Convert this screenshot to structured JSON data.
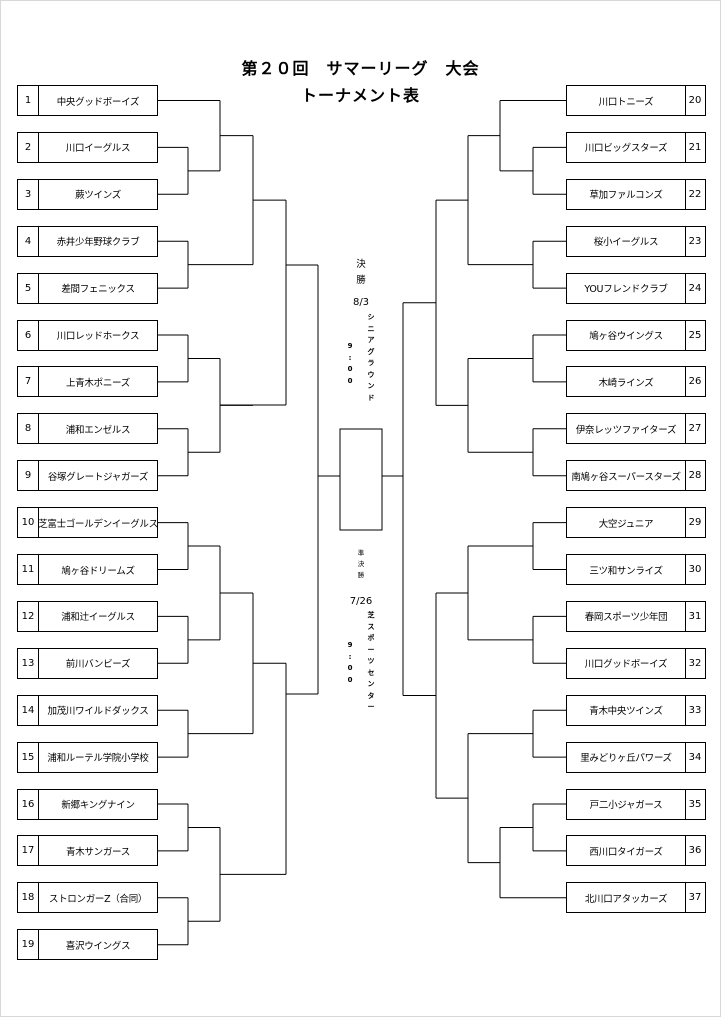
{
  "title": {
    "line1": "第２０回　サマーリーグ　大会",
    "line2": "トーナメント表"
  },
  "left_teams": [
    {
      "no": "1",
      "name": "中央グッドボーイズ"
    },
    {
      "no": "2",
      "name": "川口イーグルス"
    },
    {
      "no": "3",
      "name": "蕨ツインズ"
    },
    {
      "no": "4",
      "name": "赤井少年野球クラブ"
    },
    {
      "no": "5",
      "name": "差間フェニックス"
    },
    {
      "no": "6",
      "name": "川口レッドホークス"
    },
    {
      "no": "7",
      "name": "上青木ポニーズ"
    },
    {
      "no": "8",
      "name": "浦和エンゼルス"
    },
    {
      "no": "9",
      "name": "谷塚グレートジャガーズ"
    },
    {
      "no": "10",
      "name": "芝富士ゴールデンイーグルス"
    },
    {
      "no": "11",
      "name": "鳩ヶ谷ドリームズ"
    },
    {
      "no": "12",
      "name": "浦和辻イーグルス"
    },
    {
      "no": "13",
      "name": "前川バンビーズ"
    },
    {
      "no": "14",
      "name": "加茂川ワイルドダックス"
    },
    {
      "no": "15",
      "name": "浦和ルーテル学院小学校"
    },
    {
      "no": "16",
      "name": "新郷キングナイン"
    },
    {
      "no": "17",
      "name": "青木サンガース"
    },
    {
      "no": "18",
      "name": "ストロンガーZ（合同）"
    },
    {
      "no": "19",
      "name": "喜沢ウイングス"
    }
  ],
  "right_teams": [
    {
      "no": "20",
      "name": "川口トニーズ"
    },
    {
      "no": "21",
      "name": "川口ビッグスターズ"
    },
    {
      "no": "22",
      "name": "草加ファルコンズ"
    },
    {
      "no": "23",
      "name": "桜小イーグルス"
    },
    {
      "no": "24",
      "name": "YOUフレンドクラブ"
    },
    {
      "no": "25",
      "name": "鳩ヶ谷ウイングス"
    },
    {
      "no": "26",
      "name": "木崎ラインズ"
    },
    {
      "no": "27",
      "name": "伊奈レッツファイターズ"
    },
    {
      "no": "28",
      "name": "南鳩ヶ谷スーパースターズ"
    },
    {
      "no": "29",
      "name": "大空ジュニア"
    },
    {
      "no": "30",
      "name": "三ツ和サンライズ"
    },
    {
      "no": "31",
      "name": "春岡スポーツ少年団"
    },
    {
      "no": "32",
      "name": "川口グッドボーイズ"
    },
    {
      "no": "33",
      "name": "青木中央ツインズ"
    },
    {
      "no": "34",
      "name": "里みどりヶ丘パワーズ"
    },
    {
      "no": "35",
      "name": "戸二小ジャガース"
    },
    {
      "no": "36",
      "name": "西川口タイガーズ"
    },
    {
      "no": "37",
      "name": "北川口アタッカーズ"
    }
  ],
  "final": {
    "label": "決勝",
    "date": "8/3",
    "venue": "シニアグラウンド",
    "time": "9:00"
  },
  "semifinal": {
    "label": "準決勝",
    "date": "7/26",
    "venue": "芝スポーツセンター",
    "time": "9:00"
  }
}
